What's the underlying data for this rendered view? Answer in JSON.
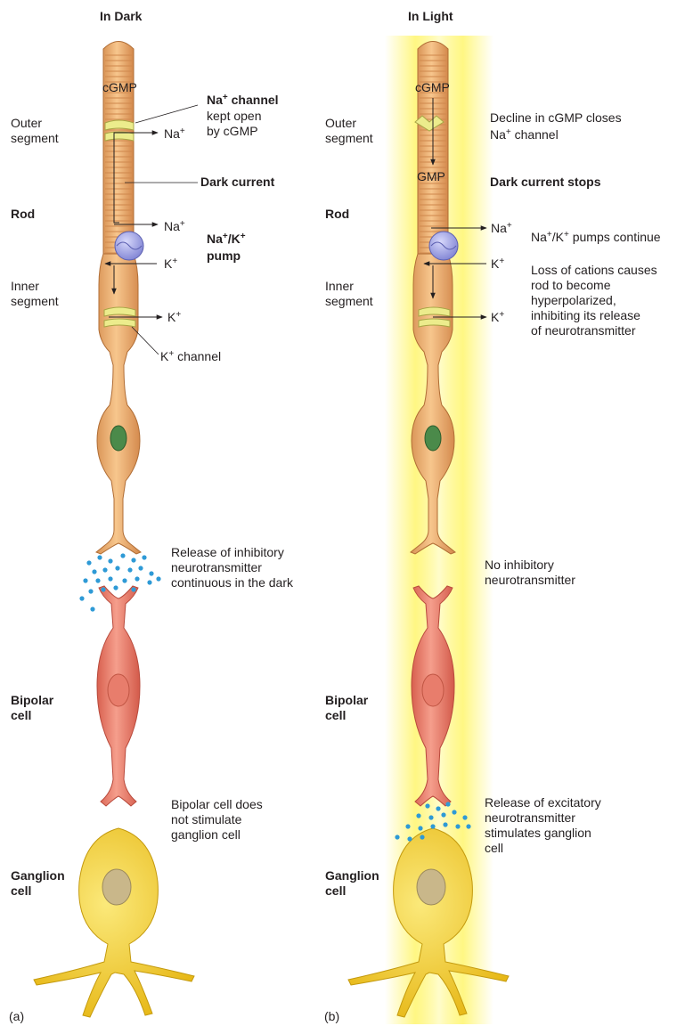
{
  "panel_a": {
    "title": "In Dark",
    "letter": "(a)",
    "labels": {
      "outer_segment": "Outer\nsegment",
      "rod": "Rod",
      "inner_segment": "Inner\nsegment",
      "bipolar_cell": "Bipolar\ncell",
      "ganglion_cell": "Ganglion\ncell"
    },
    "cgmp": "cGMP",
    "na_channel_title_base": "Na",
    "na_channel_title_sup": "+",
    "na_channel_title_rest": " channel",
    "na_channel_desc": "kept open\nby cGMP",
    "na_plus_1_base": "Na",
    "na_plus_1_sup": "+",
    "dark_current": "Dark current",
    "na_plus_2_base": "Na",
    "na_plus_2_sup": "+",
    "pump_line1_a": "Na",
    "pump_line1_sup1": "+",
    "pump_line1_b": "/K",
    "pump_line1_sup2": "+",
    "pump_line2": "pump",
    "k_plus_1_base": "K",
    "k_plus_1_sup": "+",
    "k_plus_2_base": "K",
    "k_plus_2_sup": "+",
    "k_channel_base": "K",
    "k_channel_sup": "+",
    "k_channel_rest": " channel",
    "release_text": "Release of inhibitory\nneurotransmitter\ncontinuous in the dark",
    "bipolar_text": "Bipolar cell does\nnot stimulate\nganglion cell"
  },
  "panel_b": {
    "title": "In Light",
    "letter": "(b)",
    "labels": {
      "outer_segment": "Outer\nsegment",
      "rod": "Rod",
      "inner_segment": "Inner\nsegment",
      "bipolar_cell": "Bipolar\ncell",
      "ganglion_cell": "Ganglion\ncell"
    },
    "cgmp": "cGMP",
    "gmp": "GMP",
    "decline_line1": "Decline in cGMP closes",
    "decline_line2_base": "Na",
    "decline_line2_sup": "+",
    "decline_line2_rest": " channel",
    "dark_current_stops": "Dark current stops",
    "na_plus_base": "Na",
    "na_plus_sup": "+",
    "pumps_base1": "Na",
    "pumps_sup1": "+",
    "pumps_mid": "/K",
    "pumps_sup2": "+",
    "pumps_rest": " pumps continue",
    "k_plus_1_base": "K",
    "k_plus_1_sup": "+",
    "k_plus_2_base": "K",
    "k_plus_2_sup": "+",
    "loss_text": "Loss of cations causes\nrod to become\nhyperpolarized,\ninhibiting its release\nof neurotransmitter",
    "no_inhibitory": "No inhibitory\nneurotransmitter",
    "excitatory_text": "Release of excitatory\nneurotransmitter\nstimulates ganglion\ncell"
  },
  "colors": {
    "rod_fill": "#f0b87a",
    "rod_stripe": "#d0894e",
    "bipolar_fill": "#ee8a78",
    "ganglion_fill": "#f2d13a",
    "nucleus_green": "#4b8a4a",
    "pump_purple": "#a3a6e6",
    "channel_yellow": "#ecec8c",
    "transmitter_blue": "#2e9ad6",
    "light_glow": "#fff45a"
  }
}
